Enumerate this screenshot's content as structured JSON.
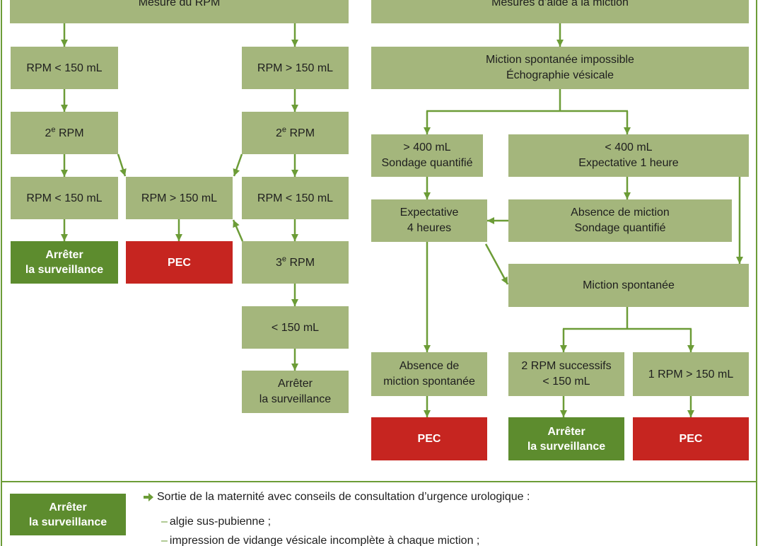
{
  "colors": {
    "box_fill": "#a4b67c",
    "stop_fill": "#5d8c2e",
    "pec_fill": "#c62520",
    "arrow": "#6c9c37",
    "frame": "#6c9c37",
    "text": "#1e1e1e"
  },
  "left_chart": {
    "header": "Mesure du RPM",
    "nodes": {
      "a1": {
        "line1": "RPM < 150 mL"
      },
      "a2": {
        "num": "2",
        "sup": "e",
        "rest": " RPM"
      },
      "a3": {
        "line1": "RPM < 150 mL"
      },
      "a4": {
        "line1": "Arrêter",
        "line2": "la surveillance"
      },
      "b3": {
        "line1": "RPM > 150 mL"
      },
      "b4": {
        "line1": "PEC"
      },
      "c1": {
        "line1": "RPM > 150 mL"
      },
      "c2": {
        "num": "2",
        "sup": "e",
        "rest": " RPM"
      },
      "c3": {
        "line1": "RPM < 150 mL"
      },
      "c4": {
        "num": "3",
        "sup": "e",
        "rest": " RPM"
      },
      "c5": {
        "line1": "< 150 mL"
      },
      "c6": {
        "line1": "Arrêter",
        "line2": "la surveillance"
      }
    }
  },
  "right_chart": {
    "header": "Mesures d’aide à la miction",
    "nodes": {
      "r1": {
        "line1": "Miction spontanée impossible",
        "line2": "Échographie vésicale"
      },
      "r2a": {
        "line1": "> 400 mL",
        "line2": "Sondage quantifié"
      },
      "r2b": {
        "line1": "< 400 mL",
        "line2": "Expectative 1 heure"
      },
      "r3a": {
        "line1": "Expectative",
        "line2": "4 heures"
      },
      "r3b": {
        "line1": "Absence de miction",
        "line2": "Sondage quantifié"
      },
      "r4": {
        "line1": "Miction spontanée"
      },
      "r5a": {
        "line1": "Absence de",
        "line2": "miction spontanée"
      },
      "r5b": {
        "line1": "2 RPM successifs",
        "line2": "< 150 mL"
      },
      "r5c": {
        "line1": "1 RPM > 150 mL"
      },
      "r6a": {
        "line1": "PEC"
      },
      "r6b": {
        "line1": "Arrêter",
        "line2": "la surveillance"
      },
      "r6c": {
        "line1": "PEC"
      }
    }
  },
  "legend": {
    "box": {
      "line1": "Arrêter",
      "line2": "la surveillance"
    },
    "arrow_icon": "arrow-right-icon",
    "intro": "Sortie de la maternité avec conseils de consultation d’urgence urologique :",
    "bullet": "–",
    "items": [
      "algie sus-pubienne ;",
      "impression de vidange vésicale incomplète à chaque miction ;"
    ]
  }
}
